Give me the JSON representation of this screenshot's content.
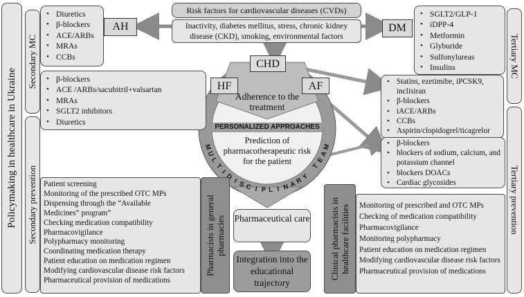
{
  "risk_factors": {
    "title": "Risk factors for cardiovascular diseases (CVDs)",
    "body": "Inactivity, diabetes mellitus, stress, chronic kidney disease (CKD), smoking, environmental factors"
  },
  "ah": {
    "label": "AH",
    "drugs": [
      "Diuretics",
      "β-blockers",
      "ACE/ARBs",
      "MRAs",
      "CCBs"
    ]
  },
  "dm": {
    "label": "DM",
    "drugs": [
      "SGLT2/GLP-1",
      "iDPP-4",
      "Metformin",
      "Glyburide",
      "Sulfonylureas",
      "Insulins"
    ]
  },
  "hf": {
    "label": "HF",
    "drugs": [
      "β-blockers",
      "ACE /ARBs/sacubitril+valsartan",
      "MRAs",
      "SGLT2 inhibitors",
      "Diuretics"
    ]
  },
  "chd": {
    "label": "CHD",
    "drugs": [
      "Statins, ezetimibe, iPCSK9, inclisiran",
      "β-blockers",
      "iACE/ARBs",
      "CCBs",
      "Aspirin/clopidogrel/ticagrelor"
    ]
  },
  "af": {
    "label": "AF",
    "drugs": [
      "β-blockers",
      "blockers of sodium, calcium, and potassium channel",
      "blockers DOACs",
      "Cardiac glycosides"
    ]
  },
  "circle": {
    "adherence": "Adherence to the treatment",
    "personalized": "PERSONALIZED APPROACHES",
    "prediction": "Prediction of pharmacotherapeutic risk for the patient",
    "ring": "MULTIDISCIPLINARY TEAM"
  },
  "side_labels": {
    "policymaking": "Policymaking in healthcare in Ukraine",
    "secondary_mc": "Secondary MC",
    "tertiary_mc": "Tertiary MC",
    "secondary_prevention": "Secondary prevention",
    "tertiary_prevention": "Tertiary prevention"
  },
  "general_pharmacies": {
    "label": "Pharmacists in general pharmacies",
    "tasks": [
      "Patient screening",
      "Monitoring of the prescribed OTC MPs",
      "Dispensing through the “Available Medicines” program”",
      "Checking medication compatibility",
      "Pharmacovigilance",
      "Polypharmacy monitoring",
      "Coordinating medication therapy",
      "Patient education on medication regimen",
      "Modifying cardiovascular disease risk factors",
      "Pharmaceutical provision of medications"
    ]
  },
  "clinical_pharmacists": {
    "label": "Clinical pharmacists in healthcare facilities",
    "tasks": [
      "Monitoring of prescribed and OTC MPs",
      "Checking of medication compatibility",
      "Pharmacovigilance",
      "Monitoring polypharmacy",
      "Patient education on medication regimen",
      "Modifying cardiovascular disease risk factors",
      "Pharmaceutical provision of medications"
    ]
  },
  "pharmaceutical_care": "Pharmaceutical care",
  "integration": "Integration into the educational trajectory"
}
